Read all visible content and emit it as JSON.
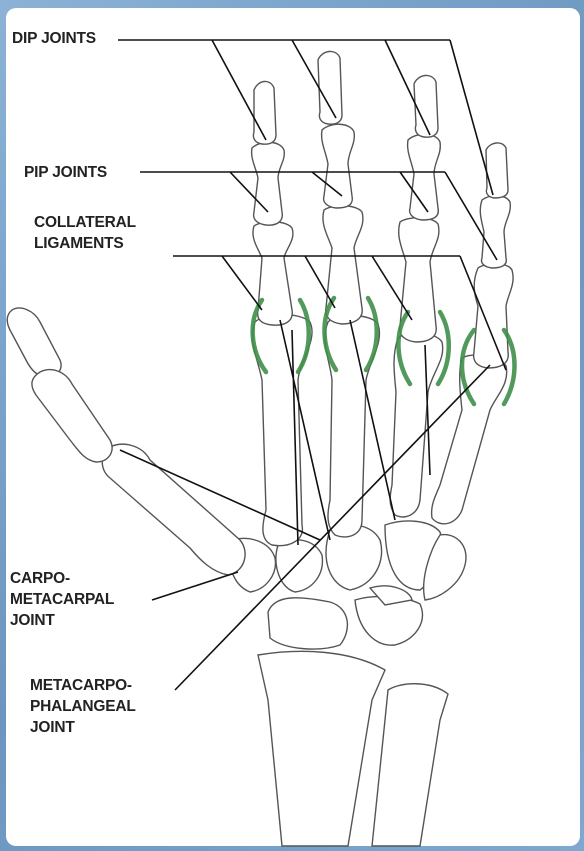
{
  "labels": {
    "dip": "DIP JOINTS",
    "pip": "PIP JOINTS",
    "collateral": "COLLATERAL\nLIGAMENTS",
    "cmc": "CARPO-\nMETACARPAL\nJOINT",
    "mcp": "METACARPO-\nPHALANGEAL\nJOINT"
  },
  "colors": {
    "frame": "#6f9cc4",
    "ligament": "#3f8f49",
    "bone_outline": "#555555"
  }
}
